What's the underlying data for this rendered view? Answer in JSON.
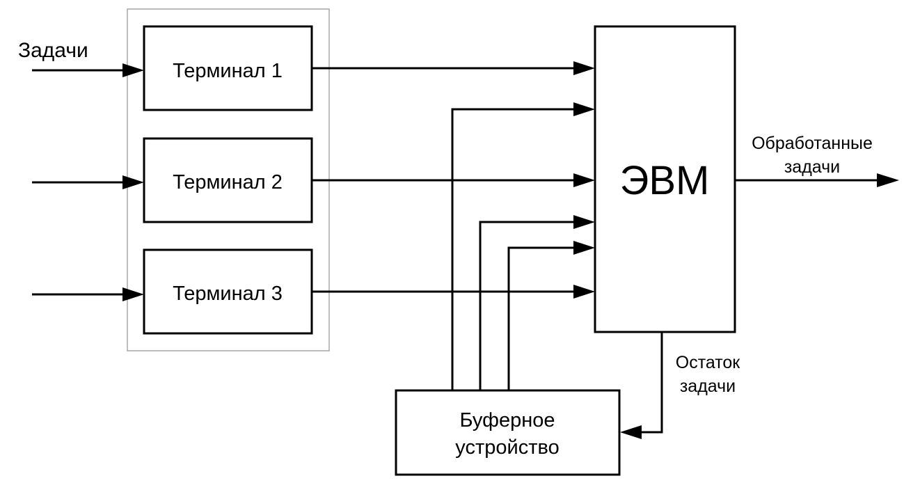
{
  "input_label": "Задачи",
  "terminals": [
    {
      "label": "Терминал 1"
    },
    {
      "label": "Терминал 2"
    },
    {
      "label": "Терминал 3"
    }
  ],
  "computer": {
    "label": "ЭВМ"
  },
  "output_label": {
    "line1": "Обработанные",
    "line2": "задачи"
  },
  "remainder_label": {
    "line1": "Остаток",
    "line2": "задачи"
  },
  "buffer": {
    "line1": "Буферное",
    "line2": "устройство"
  }
}
